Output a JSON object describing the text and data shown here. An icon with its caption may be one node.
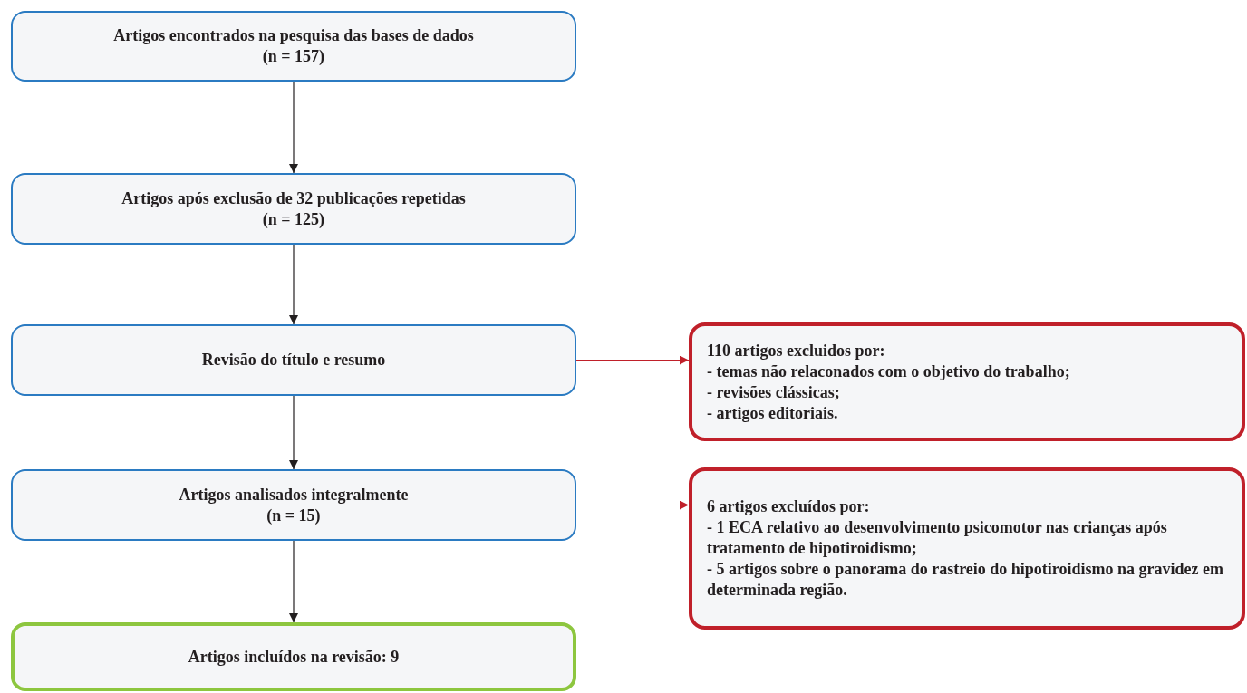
{
  "diagram": {
    "nodes": [
      {
        "text": [
          "Artigos encontrados na pesquisa das bases de dados",
          "(n = 157)"
        ]
      },
      {
        "text": [
          "Artigos após exclusão de 32 publicações repetidas",
          "(n = 125)"
        ]
      },
      {
        "text": [
          "Revisão do título e resumo"
        ]
      },
      {
        "text": [
          "Artigos analisados integralmente",
          "(n = 15)"
        ]
      },
      {
        "text": [
          "Artigos incluídos na revisão: 9"
        ]
      },
      {
        "text": [
          "110 artigos excluidos por:",
          "- temas não relaconados com o objetivo do trabalho;",
          "- revisões clássicas;",
          "- artigos editoriais."
        ]
      },
      {
        "text": [
          "6 artigos excluídos por:",
          "- 1 ECA relativo ao desenvolvimento psicomotor nas crianças após tratamento de hipotiroidismo;",
          "- 5 artigos sobre o panorama do rastreio do hipotiroidismo na gravidez em determinada região."
        ]
      }
    ],
    "edges": [
      {
        "from": 0,
        "to": 1,
        "arrow": "to"
      },
      {
        "from": 1,
        "to": 2,
        "arrow": "to"
      },
      {
        "from": 2,
        "to": 3,
        "arrow": "to"
      },
      {
        "from": 3,
        "to": 4,
        "arrow": "to"
      },
      {
        "from": 2,
        "to": 5,
        "arrow": "to",
        "color": "#c0202a"
      },
      {
        "from": 3,
        "to": 6,
        "arrow": "to",
        "color": "#c0202a"
      }
    ]
  }
}
